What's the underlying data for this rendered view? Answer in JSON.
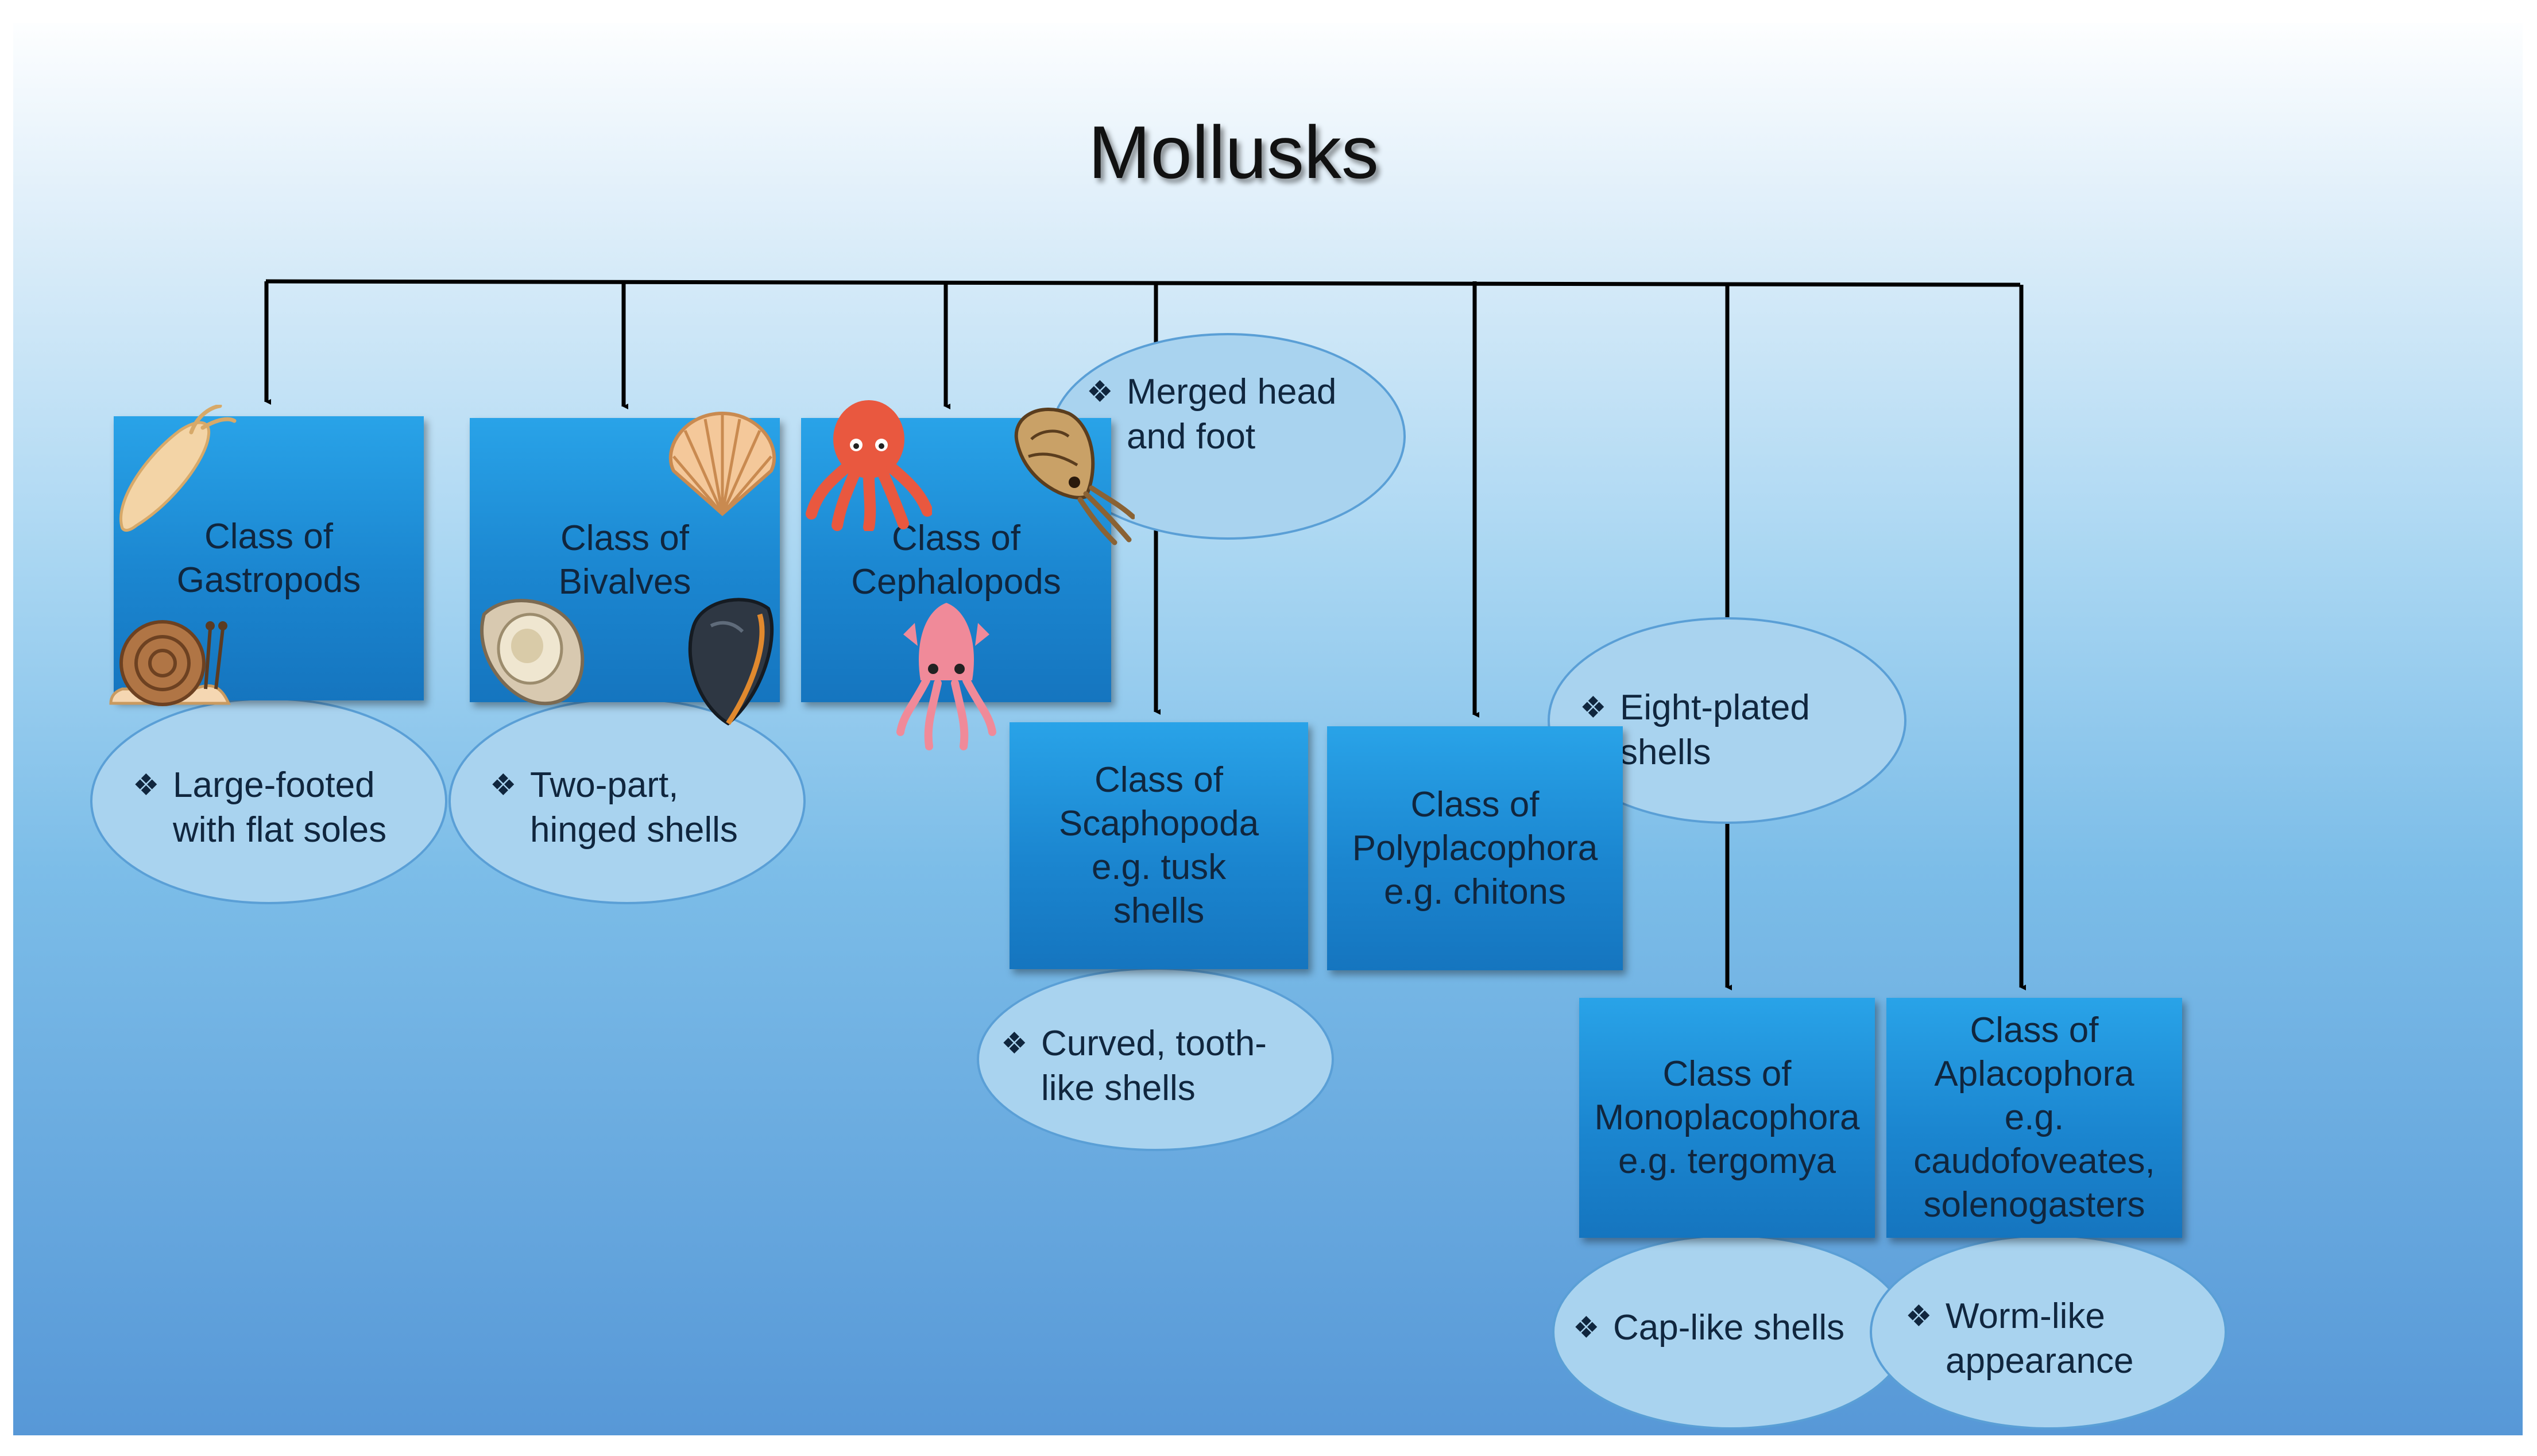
{
  "title": "Mollusks",
  "bullet_icon": "four-diamond-bullet-icon",
  "classes": [
    {
      "key": "gastropods",
      "label": "Class of\nGastropods",
      "trait": "Large-footed\nwith flat soles",
      "icons": [
        "sea-slug-icon",
        "snail-icon"
      ]
    },
    {
      "key": "bivalves",
      "label": "Class of\nBivalves",
      "trait": "Two-part,\nhinged shells",
      "icons": [
        "scallop-shell-icon",
        "oyster-icon",
        "mussel-icon"
      ]
    },
    {
      "key": "cephalopods",
      "label": "Class of\nCephalopods",
      "trait": "Merged head\nand foot",
      "icons": [
        "octopus-icon",
        "cuttlefish-icon",
        "squid-icon"
      ]
    },
    {
      "key": "scaphopoda",
      "label": "Class of\nScaphopoda\ne.g. tusk\nshells",
      "trait": "Curved, tooth-\nlike shells",
      "icons": []
    },
    {
      "key": "polyplacophora",
      "label": "Class of\nPolyplacophora\ne.g. chitons",
      "trait": "Eight-plated\nshells",
      "icons": []
    },
    {
      "key": "monoplacophora",
      "label": "Class of\nMonoplacophora\ne.g. tergomya",
      "trait": "Cap-like shells",
      "icons": []
    },
    {
      "key": "aplacophora",
      "label": "Class of\nAplacophora\ne.g.\ncaudofoveates,\nsolenogasters",
      "trait": "Worm-like\nappearance",
      "icons": []
    }
  ],
  "colors": {
    "box": "#1b86d0",
    "ellipse": "#a9d3ef",
    "ellipse_border": "#5a9fd6",
    "connector": "#000000"
  }
}
